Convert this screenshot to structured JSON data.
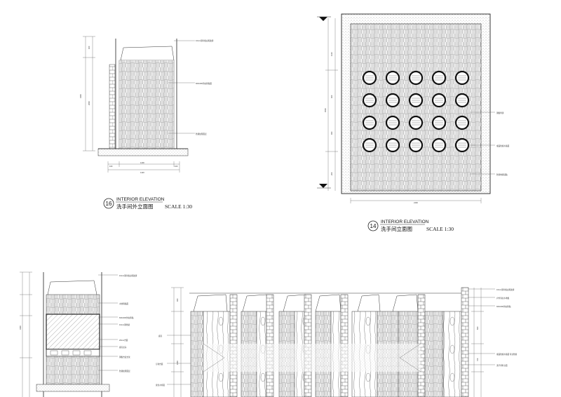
{
  "drawings": {
    "elev16": {
      "number": "16",
      "title": "INTERIOR ELEVATION",
      "subtitle": "洗手间外立面图",
      "scale": "SCALE 1:30"
    },
    "elev14": {
      "number": "14",
      "title": "INTERIOR ELEVATION",
      "subtitle": "洗手间立面图",
      "scale": "SCALE 1:30"
    }
  }
}
